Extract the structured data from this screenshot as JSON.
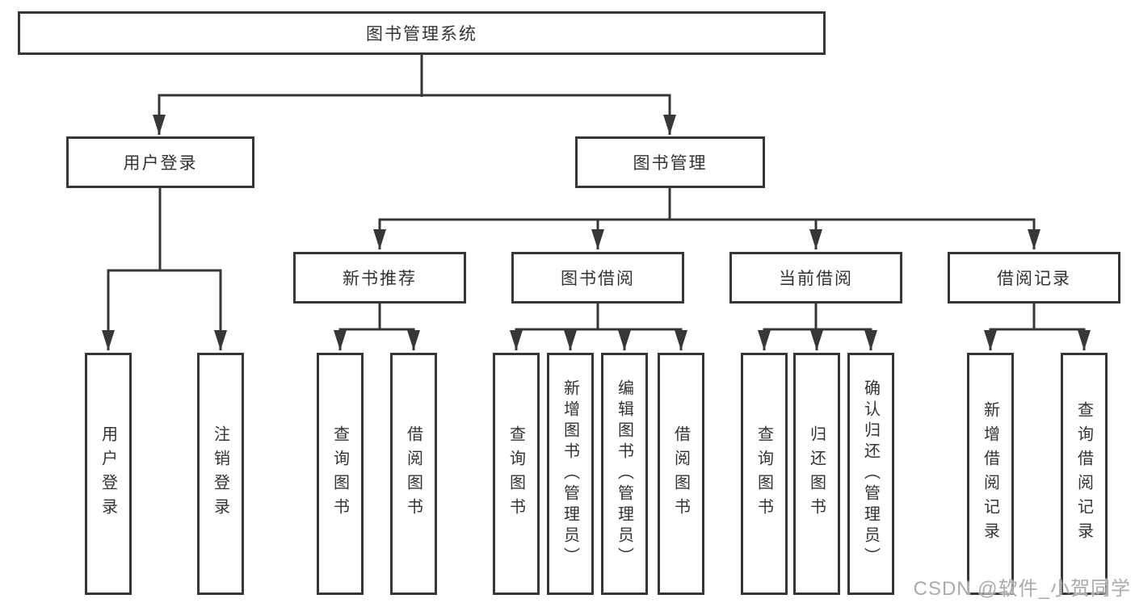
{
  "tree": {
    "root": "图书管理系统",
    "level2": [
      {
        "label": "用户登录",
        "leaves": [
          "用户登录",
          "注销登录"
        ]
      },
      {
        "label": "图书管理",
        "level3": [
          {
            "label": "新书推荐",
            "leaves": [
              "查询图书",
              "借阅图书"
            ]
          },
          {
            "label": "图书借阅",
            "leaves": [
              "查询图书",
              "新增图书（管理员）",
              "编辑图书（管理员）",
              "借阅图书"
            ]
          },
          {
            "label": "当前借阅",
            "leaves": [
              "查询图书",
              "归还图书",
              "确认归还（管理员）"
            ]
          },
          {
            "label": "借阅记录",
            "leaves": [
              "新增借阅记录",
              "查询借阅记录"
            ]
          }
        ]
      }
    ]
  },
  "watermark": {
    "text": "CSDN @软件_小贺同学"
  },
  "colors": {
    "line": "#373737",
    "box_border": "#373737",
    "text": "#333333",
    "watermark": "#ababab",
    "background": "#ffffff"
  }
}
